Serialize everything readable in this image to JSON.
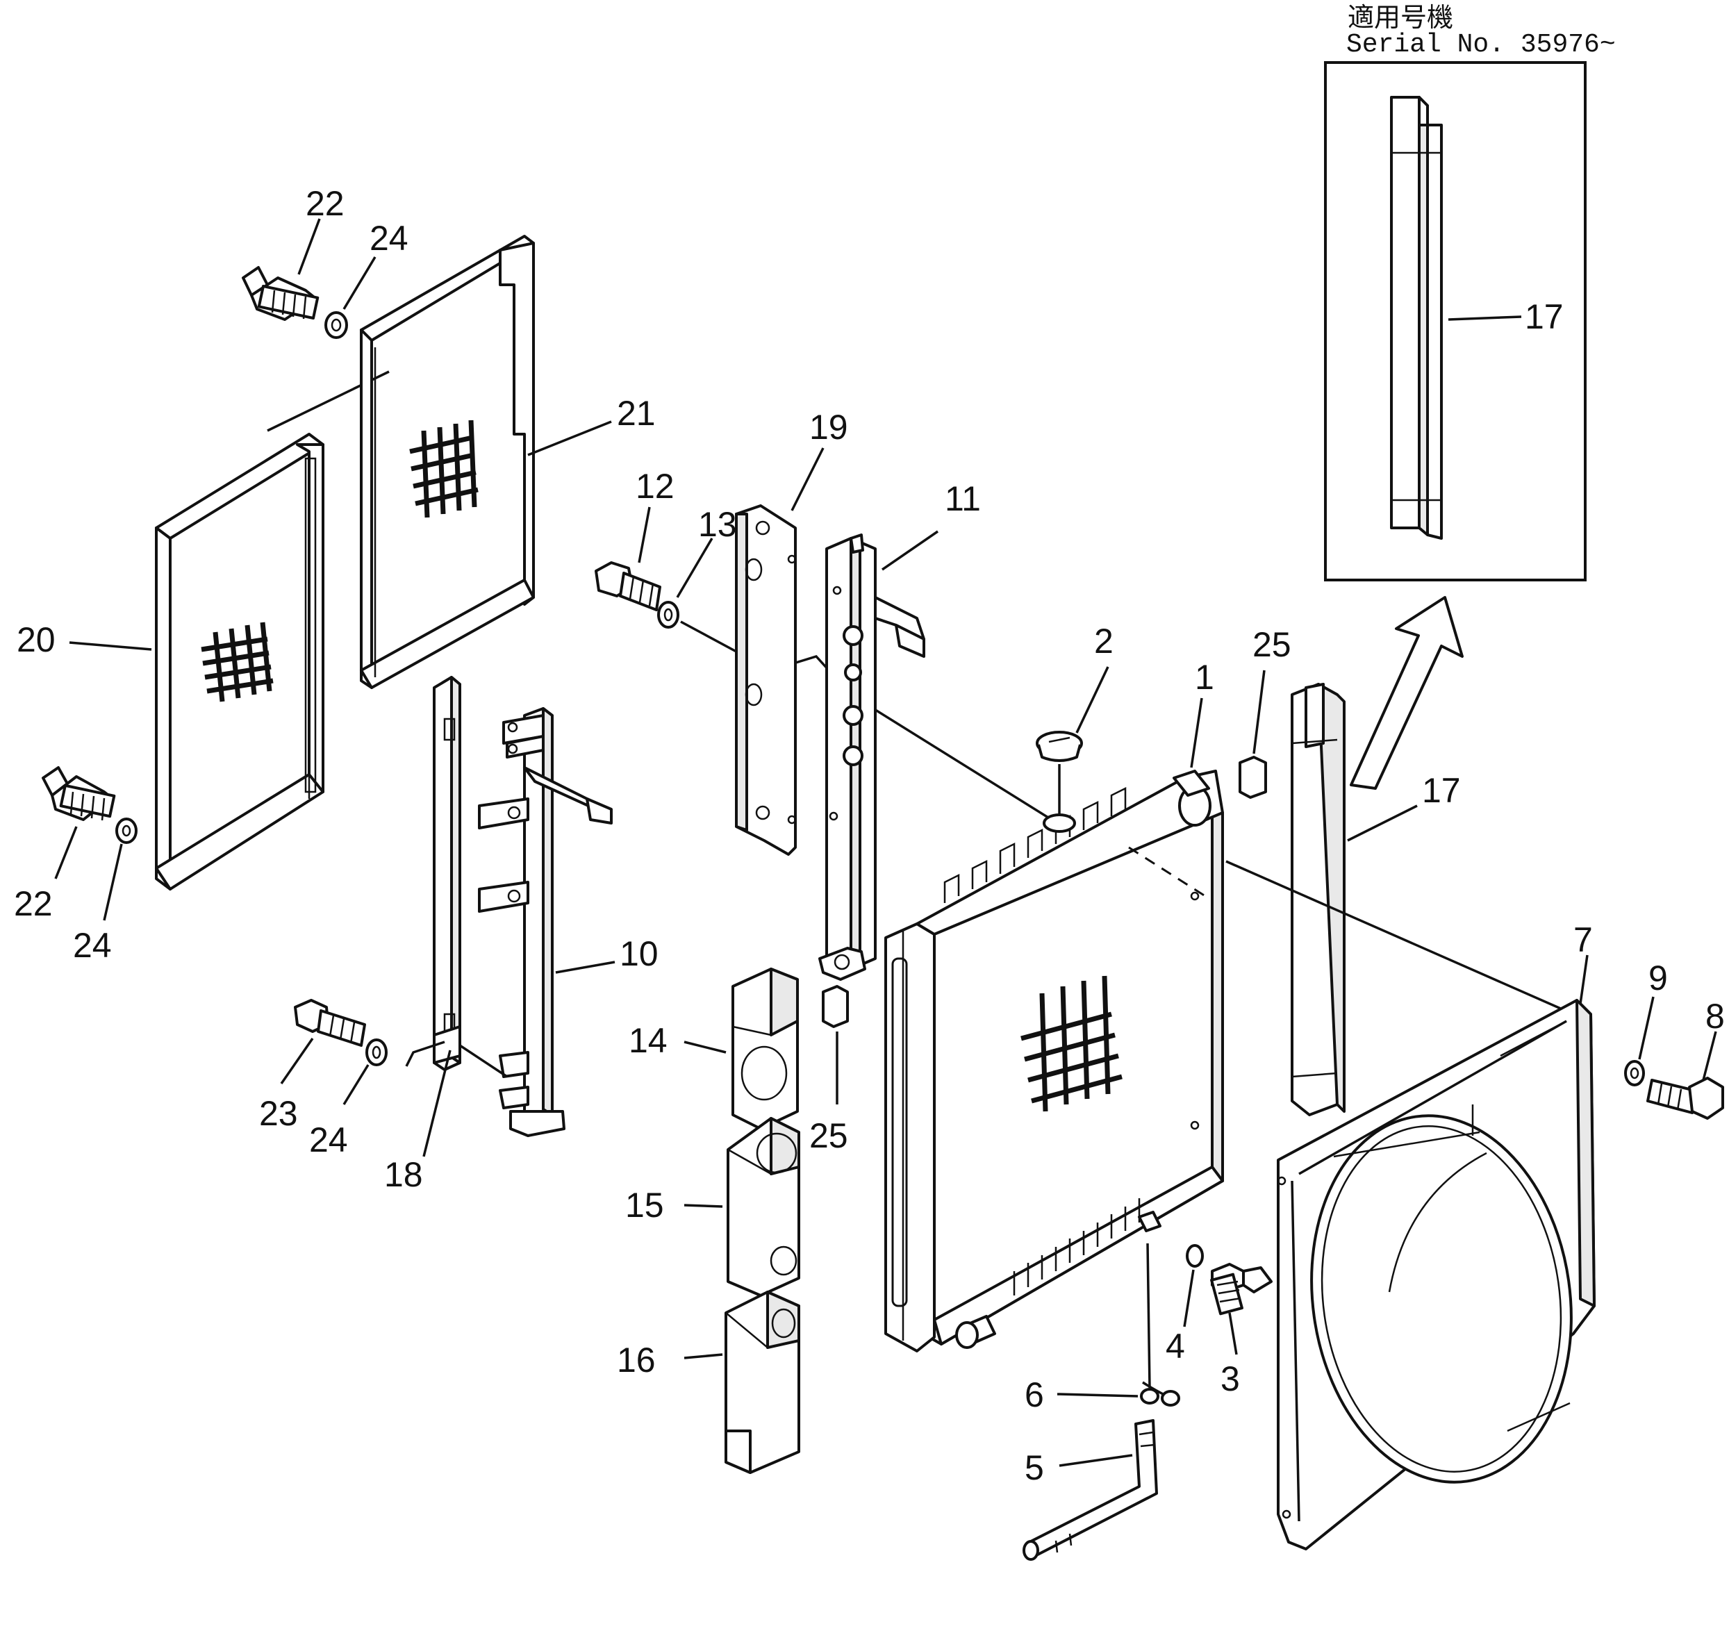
{
  "inset": {
    "title_jp": "適用号機",
    "serial_label": "Serial No. 35976~"
  },
  "callouts": {
    "c1": "1",
    "c2": "2",
    "c3": "3",
    "c4": "4",
    "c5": "5",
    "c6": "6",
    "c7": "7",
    "c8": "8",
    "c9": "9",
    "c10": "10",
    "c11": "11",
    "c12": "12",
    "c13": "13",
    "c14": "14",
    "c15": "15",
    "c16": "16",
    "c17_inset": "17",
    "c17": "17",
    "c18": "18",
    "c19": "19",
    "c20": "20",
    "c21": "21",
    "c22_top": "22",
    "c22_bottom": "22",
    "c23": "23",
    "c24_top": "24",
    "c24_bottom": "24",
    "c24_mid": "24",
    "c25_top": "25",
    "c25_mid": "25"
  }
}
